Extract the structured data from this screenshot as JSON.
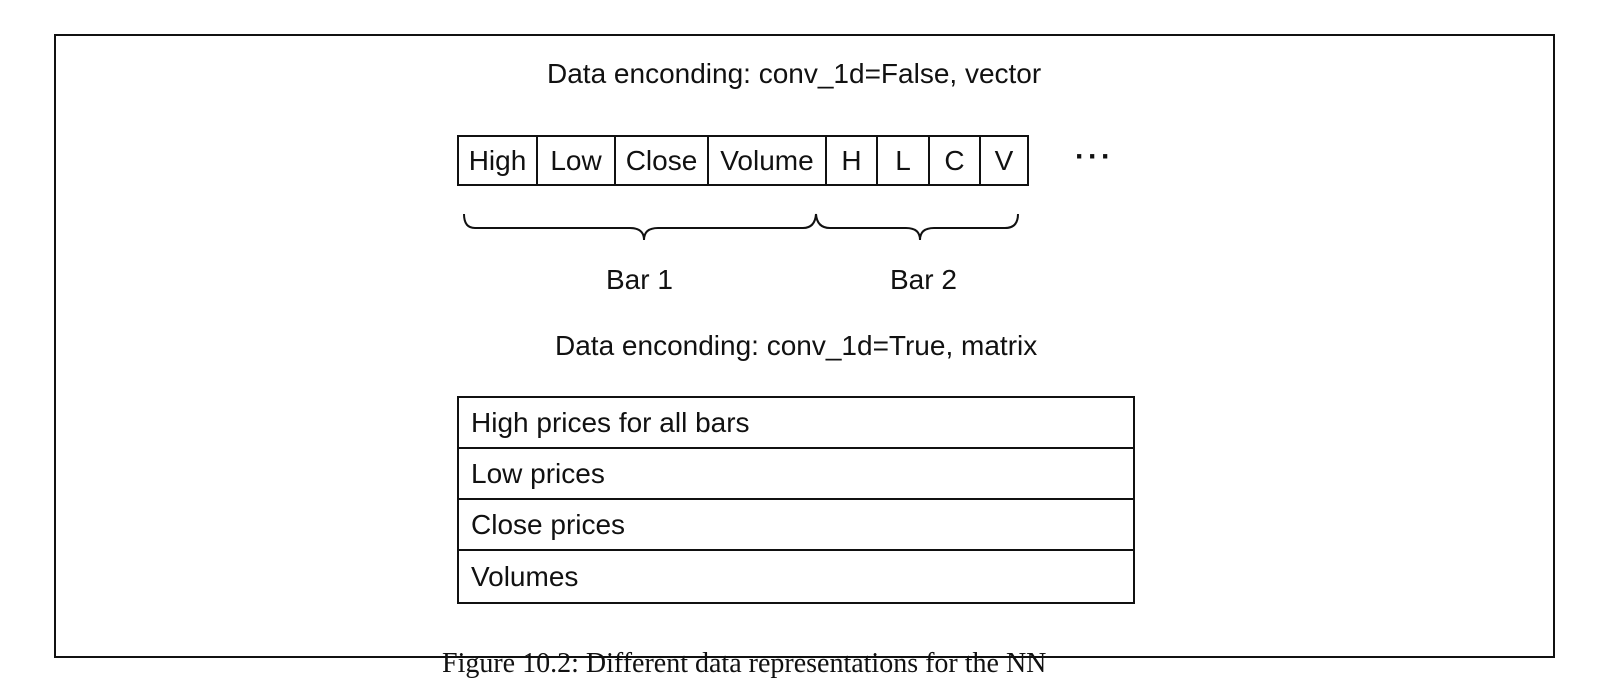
{
  "vector_section": {
    "heading": "Data enconding: conv_1d=False, vector",
    "cells": [
      "High",
      "Low",
      "Close",
      "Volume",
      "H",
      "L",
      "C",
      "V"
    ],
    "ellipsis": "···",
    "bar_labels": [
      "Bar 1",
      "Bar 2"
    ]
  },
  "matrix_section": {
    "heading": "Data enconding: conv_1d=True, matrix",
    "rows": [
      "High prices for all bars",
      "Low prices",
      "Close prices",
      "Volumes"
    ]
  },
  "caption": "Figure 10.2: Different data representations for the NN"
}
